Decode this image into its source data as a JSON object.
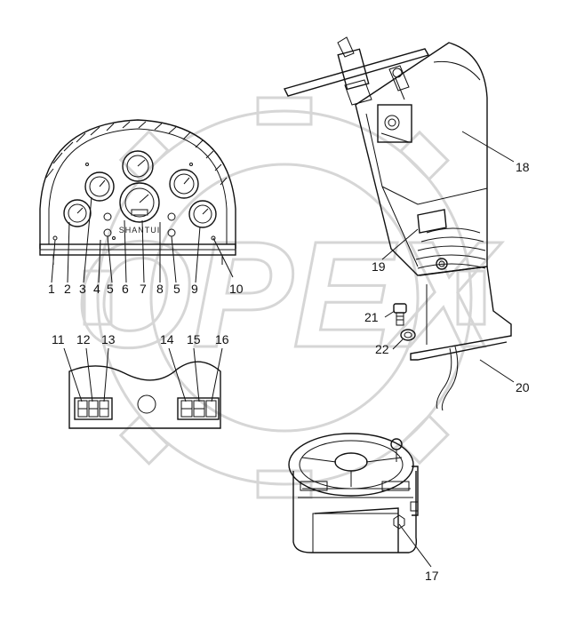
{
  "panel": {
    "brand_text": "SHANTUI"
  },
  "watermark": {
    "text": "OPEX"
  },
  "callouts": {
    "c1": "1",
    "c2": "2",
    "c3": "3",
    "c4": "4",
    "c5a": "5",
    "c6": "6",
    "c7": "7",
    "c8": "8",
    "c5b": "5",
    "c9": "9",
    "c10": "10",
    "c11": "11",
    "c12": "12",
    "c13": "13",
    "c14": "14",
    "c15": "15",
    "c16": "16",
    "c17": "17",
    "c18": "18",
    "c19": "19",
    "c20": "20",
    "c21": "21",
    "c22": "22"
  },
  "colors": {
    "line": "#111111",
    "watermark": "#d6d6d6",
    "background": "#ffffff"
  }
}
